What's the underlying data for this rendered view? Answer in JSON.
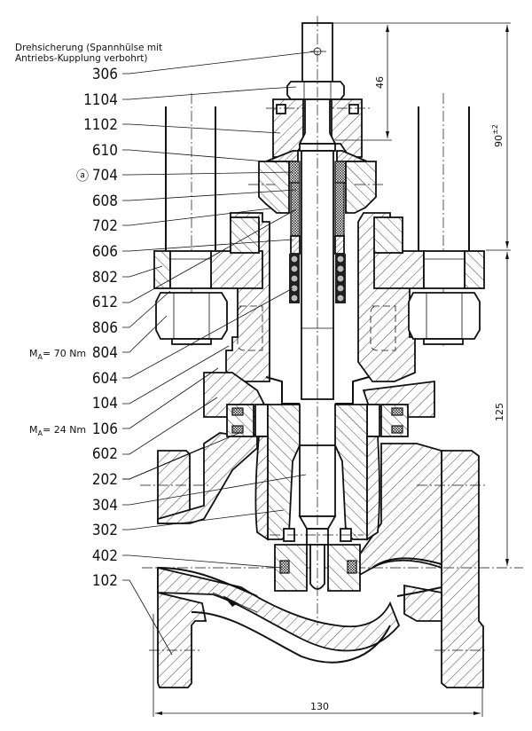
{
  "drawing": {
    "title_note": [
      "Drehsicherung (Spannhülse mit",
      "Antriebs-Kupplung verbohrt)"
    ],
    "part_labels": [
      {
        "id": "306",
        "prefix": ""
      },
      {
        "id": "1104",
        "prefix": ""
      },
      {
        "id": "1102",
        "prefix": ""
      },
      {
        "id": "610",
        "prefix": ""
      },
      {
        "id": "704",
        "prefix": "ⓐ"
      },
      {
        "id": "608",
        "prefix": ""
      },
      {
        "id": "702",
        "prefix": ""
      },
      {
        "id": "606",
        "prefix": ""
      },
      {
        "id": "802",
        "prefix": ""
      },
      {
        "id": "612",
        "prefix": ""
      },
      {
        "id": "806",
        "prefix": ""
      },
      {
        "id": "804",
        "prefix": "M_A = 70 Nm"
      },
      {
        "id": "604",
        "prefix": ""
      },
      {
        "id": "104",
        "prefix": ""
      },
      {
        "id": "106",
        "prefix": "M_A = 24 Nm"
      },
      {
        "id": "602",
        "prefix": ""
      },
      {
        "id": "202",
        "prefix": ""
      },
      {
        "id": "304",
        "prefix": ""
      },
      {
        "id": "302",
        "prefix": ""
      },
      {
        "id": "402",
        "prefix": ""
      },
      {
        "id": "102",
        "prefix": ""
      }
    ],
    "torque_notes": {
      "bolt_804": {
        "symbol": "M",
        "subscript": "A",
        "value": "= 70 Nm"
      },
      "bolt_106": {
        "symbol": "M",
        "subscript": "A",
        "value": "= 24 Nm"
      }
    },
    "dimensions": {
      "stem_height": "46",
      "overall_top": "90",
      "overall_top_tolerance": "±2",
      "body_height": "125",
      "face_to_face": "130"
    }
  }
}
